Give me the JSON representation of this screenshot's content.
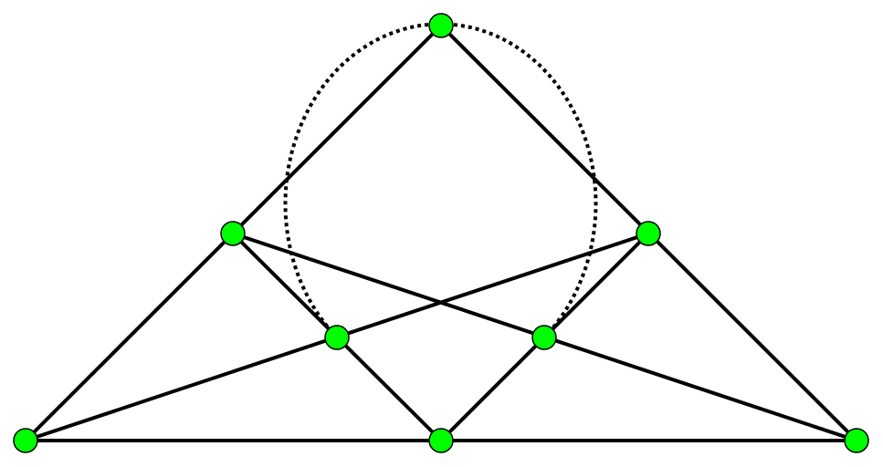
{
  "diagram": {
    "node_color": "#00ff00",
    "node_stroke": "#000000",
    "edge_color": "#000000",
    "nodes": [
      "top",
      "left-mid",
      "right-mid",
      "inner-left",
      "inner-right",
      "bottom-left",
      "bottom-mid",
      "bottom-right"
    ],
    "lines": [
      [
        "top",
        "left-mid",
        "bottom-left"
      ],
      [
        "top",
        "right-mid",
        "bottom-right"
      ],
      [
        "bottom-left",
        "bottom-mid",
        "bottom-right"
      ],
      [
        "left-mid",
        "inner-left",
        "bottom-mid"
      ],
      [
        "right-mid",
        "inner-right",
        "bottom-mid"
      ],
      [
        "left-mid",
        "inner-right",
        "bottom-right"
      ],
      [
        "right-mid",
        "inner-left",
        "bottom-left"
      ]
    ],
    "dotted_curve_through": [
      "inner-left",
      "top",
      "inner-right"
    ]
  }
}
